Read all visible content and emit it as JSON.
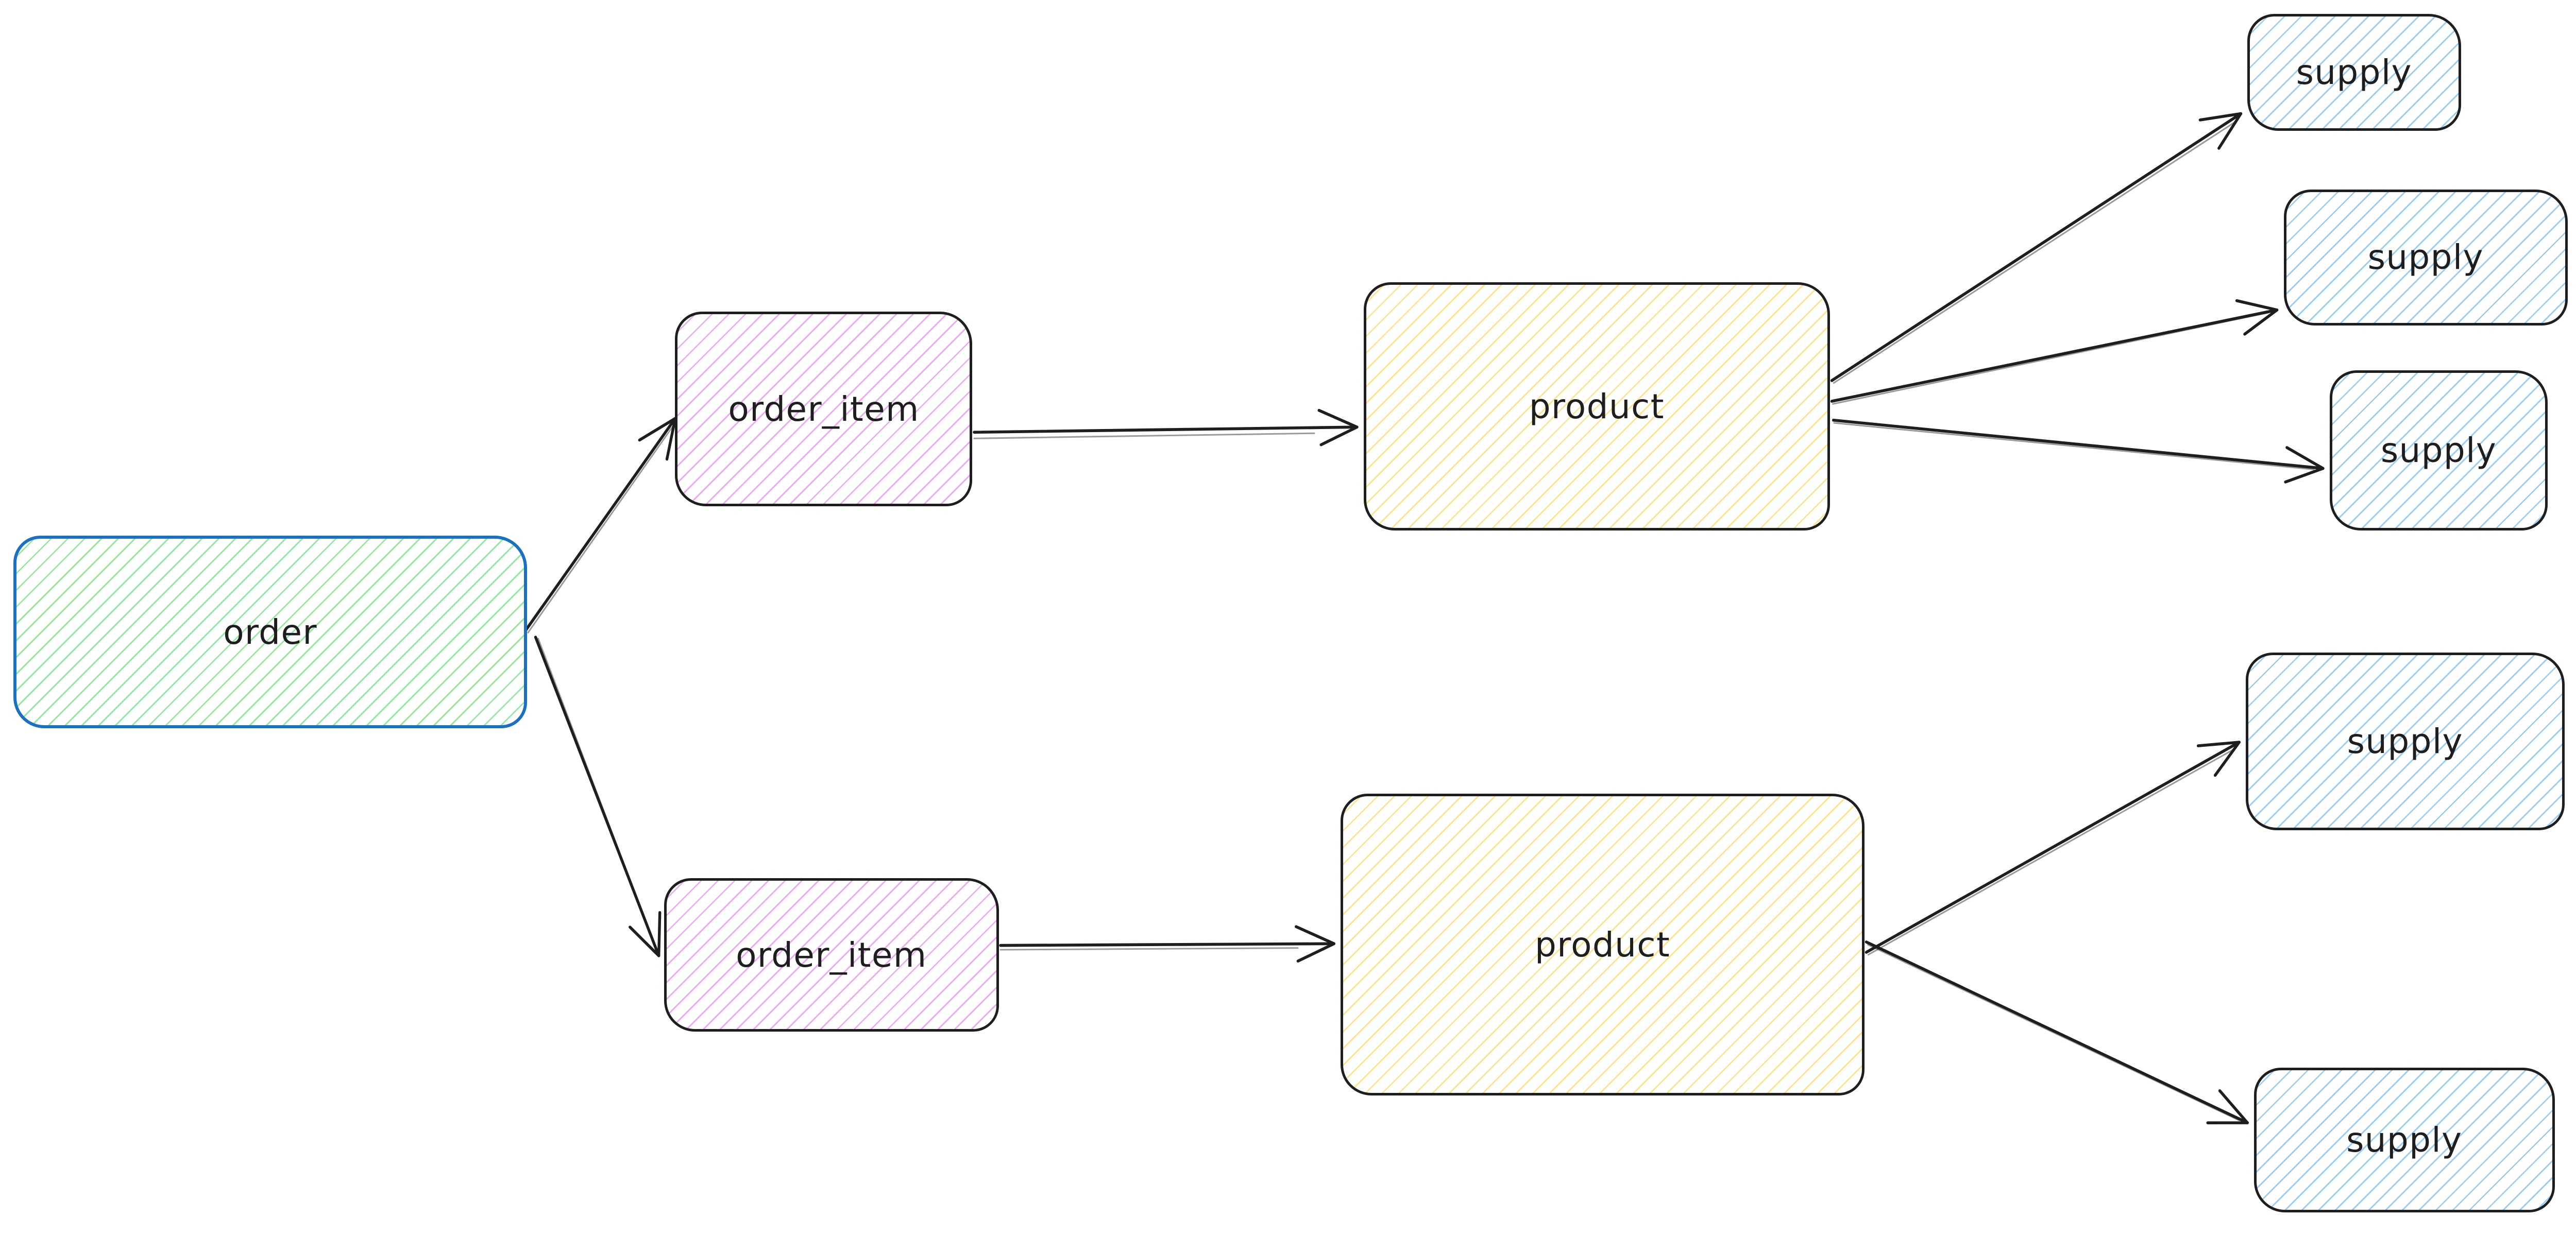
{
  "diagram": {
    "background": "#ffffff",
    "stroke_color": "#1e1e1e",
    "label_color": "#1e1e1e",
    "palette": {
      "order": {
        "hatch": "#8ce99a",
        "border": "#1971c2"
      },
      "order_item": {
        "hatch": "#eda7f6",
        "border": "#1e1e1e"
      },
      "product": {
        "hatch": "#ffe28a",
        "border": "#1e1e1e"
      },
      "supply": {
        "hatch": "#96ccf9",
        "border": "#1e1e1e"
      }
    },
    "nodes": [
      {
        "id": "order",
        "label": "order",
        "type": "order"
      },
      {
        "id": "order_item_1",
        "label": "order_item",
        "type": "order_item"
      },
      {
        "id": "product_1",
        "label": "product",
        "type": "product"
      },
      {
        "id": "supply_1",
        "label": "supply",
        "type": "supply"
      },
      {
        "id": "supply_2",
        "label": "supply",
        "type": "supply"
      },
      {
        "id": "supply_3",
        "label": "supply",
        "type": "supply"
      },
      {
        "id": "order_item_2",
        "label": "order_item",
        "type": "order_item"
      },
      {
        "id": "product_2",
        "label": "product",
        "type": "product"
      },
      {
        "id": "supply_4",
        "label": "supply",
        "type": "supply"
      },
      {
        "id": "supply_5",
        "label": "supply",
        "type": "supply"
      }
    ],
    "edges": [
      {
        "from": "order",
        "to": "order_item_1"
      },
      {
        "from": "order",
        "to": "order_item_2"
      },
      {
        "from": "order_item_1",
        "to": "product_1"
      },
      {
        "from": "order_item_2",
        "to": "product_2"
      },
      {
        "from": "product_1",
        "to": "supply_1"
      },
      {
        "from": "product_1",
        "to": "supply_2"
      },
      {
        "from": "product_1",
        "to": "supply_3"
      },
      {
        "from": "product_2",
        "to": "supply_4"
      },
      {
        "from": "product_2",
        "to": "supply_5"
      }
    ]
  }
}
